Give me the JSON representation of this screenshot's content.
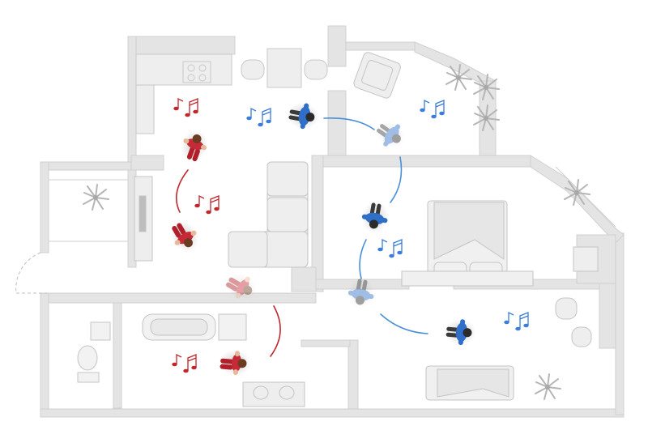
{
  "colors": {
    "background": "#ffffff",
    "wall": "#e3e3e3",
    "wall_edge": "#cfcfcf",
    "furniture": "#ececec",
    "furniture_edge": "#c4c4c4",
    "path_red": "#c0272d",
    "path_blue": "#4a90d9",
    "note_red": "#c0272d",
    "note_blue": "#3b7dd8",
    "person_red": "#c62a36",
    "person_blue": "#2f6fc7",
    "plant": "#b9b9b9"
  },
  "icons": {
    "person": "person-topdown-icon",
    "note": "music-note-icon",
    "plant": "plant-icon"
  },
  "people": {
    "red": [
      "kitchen-walker",
      "hall-walker",
      "hall-walker-faded",
      "bathroom-walker"
    ],
    "blue": [
      "living-walker",
      "balcony-walker-faded",
      "bedroom-walker",
      "corridor-walker-faded",
      "nursery-walker"
    ]
  }
}
